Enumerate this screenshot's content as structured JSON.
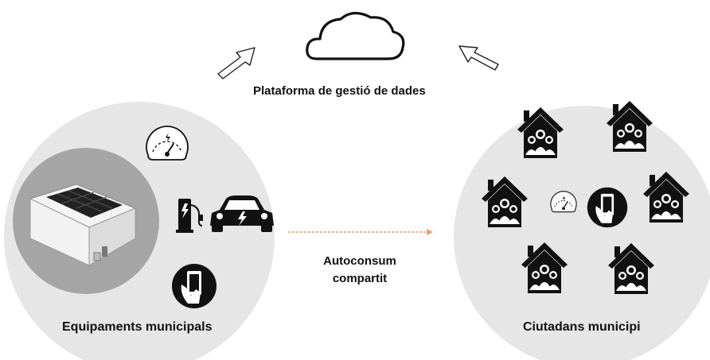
{
  "diagram": {
    "platform_label": "Plataforma de gestió de dades",
    "left_group_label": "Equipaments municipals",
    "right_group_label": "Ciutadans municipi",
    "flow_label_line1": "Autoconsum",
    "flow_label_line2": "compartit"
  },
  "icons": {
    "cloud": "cloud-icon",
    "meter": "energy-meter-icon",
    "charger": "ev-charger-icon",
    "car": "electric-car-icon",
    "phone": "phone-in-hand-icon",
    "building": "solar-building-icon",
    "house": "family-house-icon"
  },
  "colors": {
    "circle_fill": "#e6e6e6",
    "inner_circle_fill": "#a5a5a5",
    "flow_arrow": "#e8a060",
    "icon_dark": "#111111"
  }
}
